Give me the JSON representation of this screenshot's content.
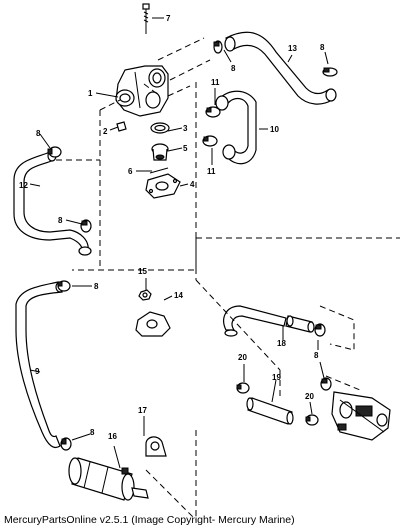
{
  "caption": "MercuryPartsOnline v2.5.1 (Image Copyright- Mercury Marine)",
  "callouts": {
    "c1": "1",
    "c2": "2",
    "c3": "3",
    "c4": "4",
    "c5": "5",
    "c6": "6",
    "c7": "7",
    "c8a": "8",
    "c8b": "8",
    "c8c": "8",
    "c8d": "8",
    "c8e": "8",
    "c8f": "8",
    "c8g": "8",
    "c9": "9",
    "c10": "10",
    "c11a": "11",
    "c11b": "11",
    "c12": "12",
    "c13": "13",
    "c14": "14",
    "c15": "15",
    "c16": "16",
    "c17": "17",
    "c18": "18",
    "c19": "19",
    "c20a": "20",
    "c20b": "20"
  }
}
